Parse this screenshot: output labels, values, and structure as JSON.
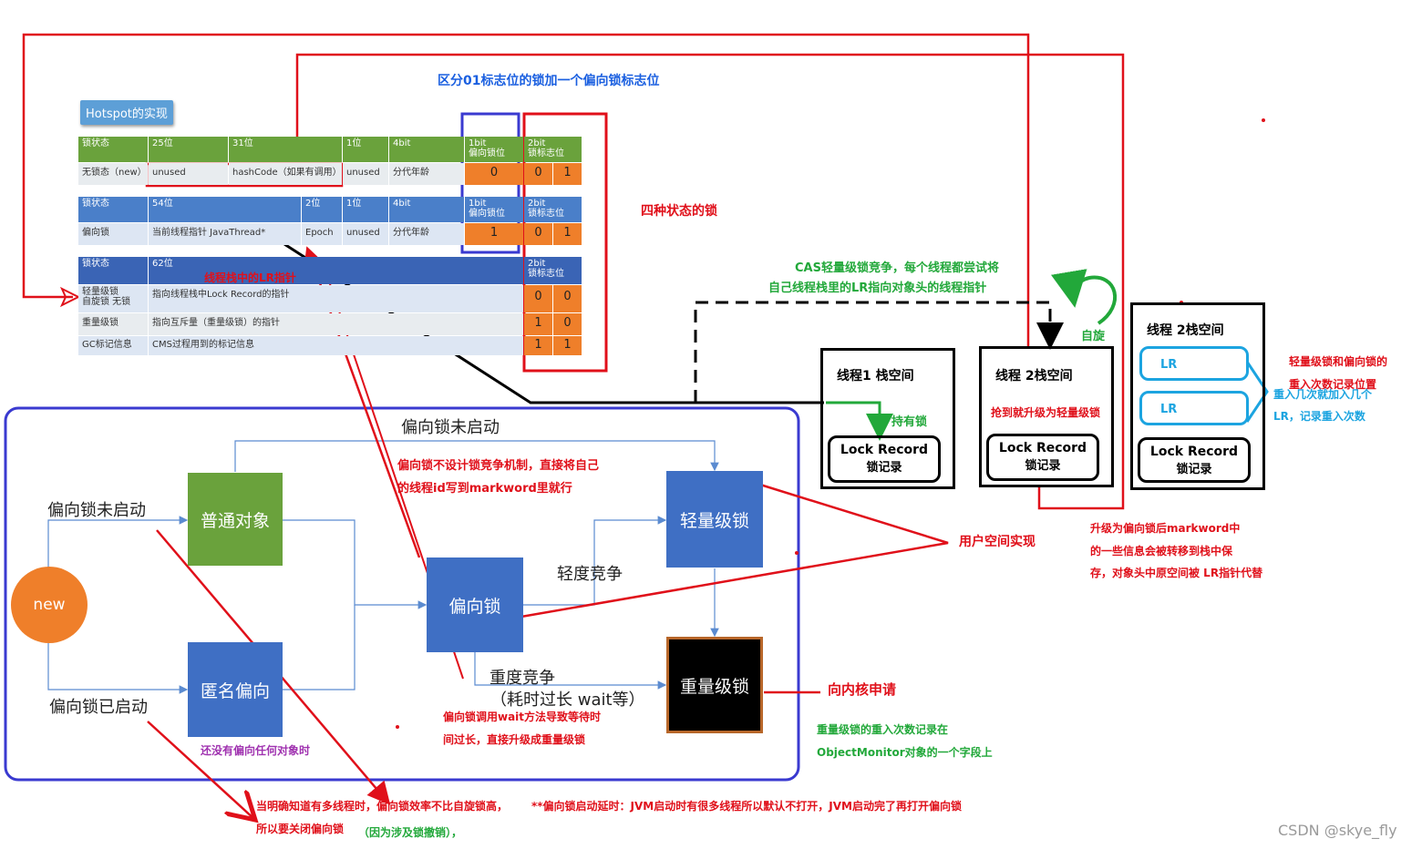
{
  "title_01": "区分01标志位的锁加一个偏向锁标志位",
  "hotspot_badge": "Hotspot的实现",
  "four_states": "四种状态的锁",
  "table": {
    "h1": {
      "c1": "锁状态",
      "c2": "25位",
      "c3": "31位",
      "c4": "1位",
      "c5": "4bit",
      "c6a": "1bit",
      "c6b": "偏向锁位",
      "c7a": "2bit",
      "c7b": "锁标志位"
    },
    "r1": {
      "c1": "无锁态（new）",
      "c2": "unused",
      "c3": "hashCode（如果有调用）",
      "c4": "unused",
      "c5": "分代年龄",
      "c6": "0",
      "c7a": "0",
      "c7b": "1"
    },
    "h2": {
      "c1": "锁状态",
      "c2": "54位",
      "c3": "2位",
      "c4": "1位",
      "c5": "4bit",
      "c6a": "1bit",
      "c6b": "偏向锁位",
      "c7a": "2bit",
      "c7b": "锁标志位"
    },
    "r2": {
      "c1": "偏向锁",
      "c2": "当前线程指针 JavaThread*",
      "c3": "Epoch",
      "c4": "unused",
      "c5": "分代年龄",
      "c6": "1",
      "c7a": "0",
      "c7b": "1"
    },
    "h3": {
      "c1": "锁状态",
      "c2": "62位",
      "c7a": "2bit",
      "c7b": "锁标志位"
    },
    "r3": {
      "c1a": "轻量级锁",
      "c1b": "自旋锁 无锁",
      "c2": "指向线程栈中Lock Record的指针",
      "c7a": "0",
      "c7b": "0"
    },
    "r4": {
      "c1": "重量级锁",
      "c2": "指向互斥量（重量级锁）的指针",
      "c7a": "1",
      "c7b": "0"
    },
    "r5": {
      "c1": "GC标记信息",
      "c2": "CMS过程用到的标记信息",
      "c7a": "1",
      "c7b": "1"
    }
  },
  "lr_pointer_note": "线程栈中的LR指针",
  "cas_note": {
    "line1": "CAS轻量级锁竞争，每个线程都尝试将",
    "line2": "自己线程栈里的LR指向对象头的线程指针"
  },
  "spin": "自旋",
  "thread1": {
    "title": "线程1 栈空间",
    "hold": "持有锁",
    "lock_record": "Lock Record",
    "lock_sub": "锁记录"
  },
  "thread2a": {
    "title": "线程 2栈空间",
    "note": "抢到就升级为轻量级锁",
    "lock_record": "Lock Record",
    "lock_sub": "锁记录"
  },
  "thread2b": {
    "title": "线程 2栈空间",
    "lr1": "LR",
    "lr2": "LR",
    "lock_record": "Lock Record",
    "lock_sub": "锁记录"
  },
  "reentrant_note": {
    "line1": "轻量级锁和偏向锁的",
    "line2": "重入次数记录位置",
    "line3": "重入几次就加入几个",
    "line4": "LR，记录重入次数"
  },
  "upgrade_note": {
    "line1": "升级为偏向锁后markword中",
    "line2": "的一些信息会被转移到栈中保",
    "line3": "存，对象头中原空间被 LR指针代替"
  },
  "user_space": "用户空间实现",
  "kernel": "向内核申请",
  "heavy_note": {
    "line1": "重量级锁的重入次数记录在",
    "line2": "ObjectMonitor对象的一个字段上"
  },
  "flow": {
    "frame_title": "偏向锁未启动",
    "new": "new",
    "normal": "普通对象",
    "anon": "匿名偏向",
    "biased": "偏向锁",
    "light": "轻量级锁",
    "heavy": "重量级锁",
    "not_started": "偏向锁未启动",
    "started": "偏向锁已启动",
    "light_compete": "轻度竞争",
    "heavy_compete": "重度竞争",
    "heavy_compete_sub": "（耗时过长 wait等）",
    "anon_note": "还没有偏向任何对象时",
    "no_mech": {
      "line1": "偏向锁不设计锁竞争机制，直接将自己",
      "line2": "的线程id写到markword里就行"
    },
    "wait_note": {
      "line1": "偏向锁调用wait方法导致等待时",
      "line2": "间过长，直接升级成重量级锁"
    }
  },
  "bottom_note": {
    "line1": "当明确知道有多线程时，偏向锁效率不比自旋锁高，",
    "line1b": "**偏向锁启动延时：JVM启动时有很多线程所以默认不打开，JVM启动完了再打开偏向锁",
    "line2": "所以要关闭偏向锁",
    "line2b": "（因为涉及锁撤销），"
  },
  "watermark": "CSDN @skye_fly",
  "colors": {
    "red": "#e0101a",
    "green": "#22a83a",
    "blue": "#1a5fe0",
    "lr": "#1ca4e0",
    "frame": "#3a3ad0",
    "orange": "#ef7f2a",
    "node_green": "#6aa23c",
    "node_blue": "#3f6fc4"
  },
  "icons": [
    "spin-arrow-icon"
  ]
}
